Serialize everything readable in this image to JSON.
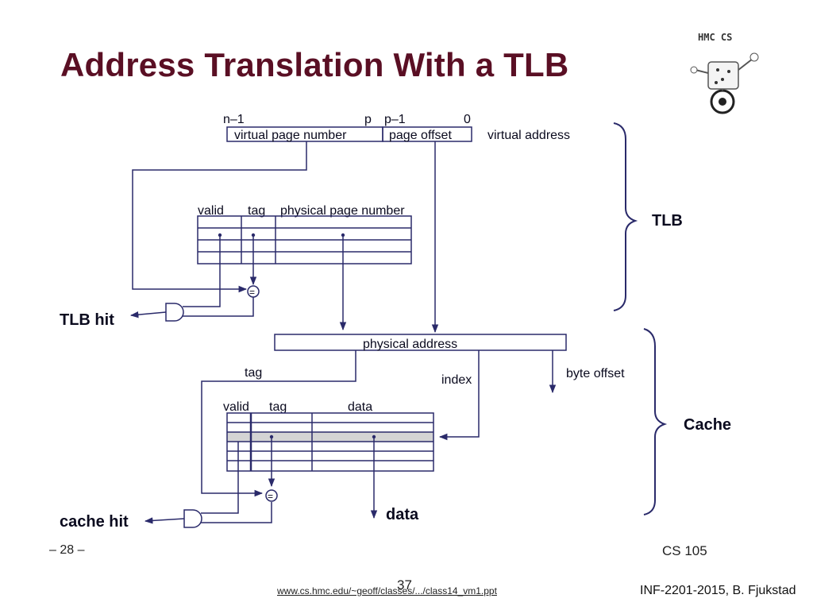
{
  "slide": {
    "title": "Address Translation With a TLB",
    "page_label": "– 28 –",
    "course_label": "CS 105",
    "url": "www.cs.hmc.edu/~geoff/classes/.../class14_vm1.ppt",
    "page_number": "37",
    "credit": "INF-2201-2015, B. Fjukstad",
    "logo_text": "HMC CS"
  },
  "diagram": {
    "va_bit_high": "n–1",
    "va_bit_p": "p",
    "va_bit_p1": "p–1",
    "va_bit_zero": "0",
    "vpn_label": "virtual page number",
    "offset_label": "page offset",
    "va_label": "virtual address",
    "tlb_col_valid": "valid",
    "tlb_col_tag": "tag",
    "tlb_col_ppn": "physical page number",
    "tlb_label": "TLB",
    "tlb_hit": "TLB hit",
    "eq_symbol": "=",
    "pa_label": "physical address",
    "cache_tag_label": "tag",
    "index_label": "index",
    "byte_offset_label": "byte offset",
    "cache_col_valid": "valid",
    "cache_col_tag": "tag",
    "cache_col_data": "data",
    "cache_label": "Cache",
    "cache_hit": "cache hit",
    "data_out": "data"
  }
}
